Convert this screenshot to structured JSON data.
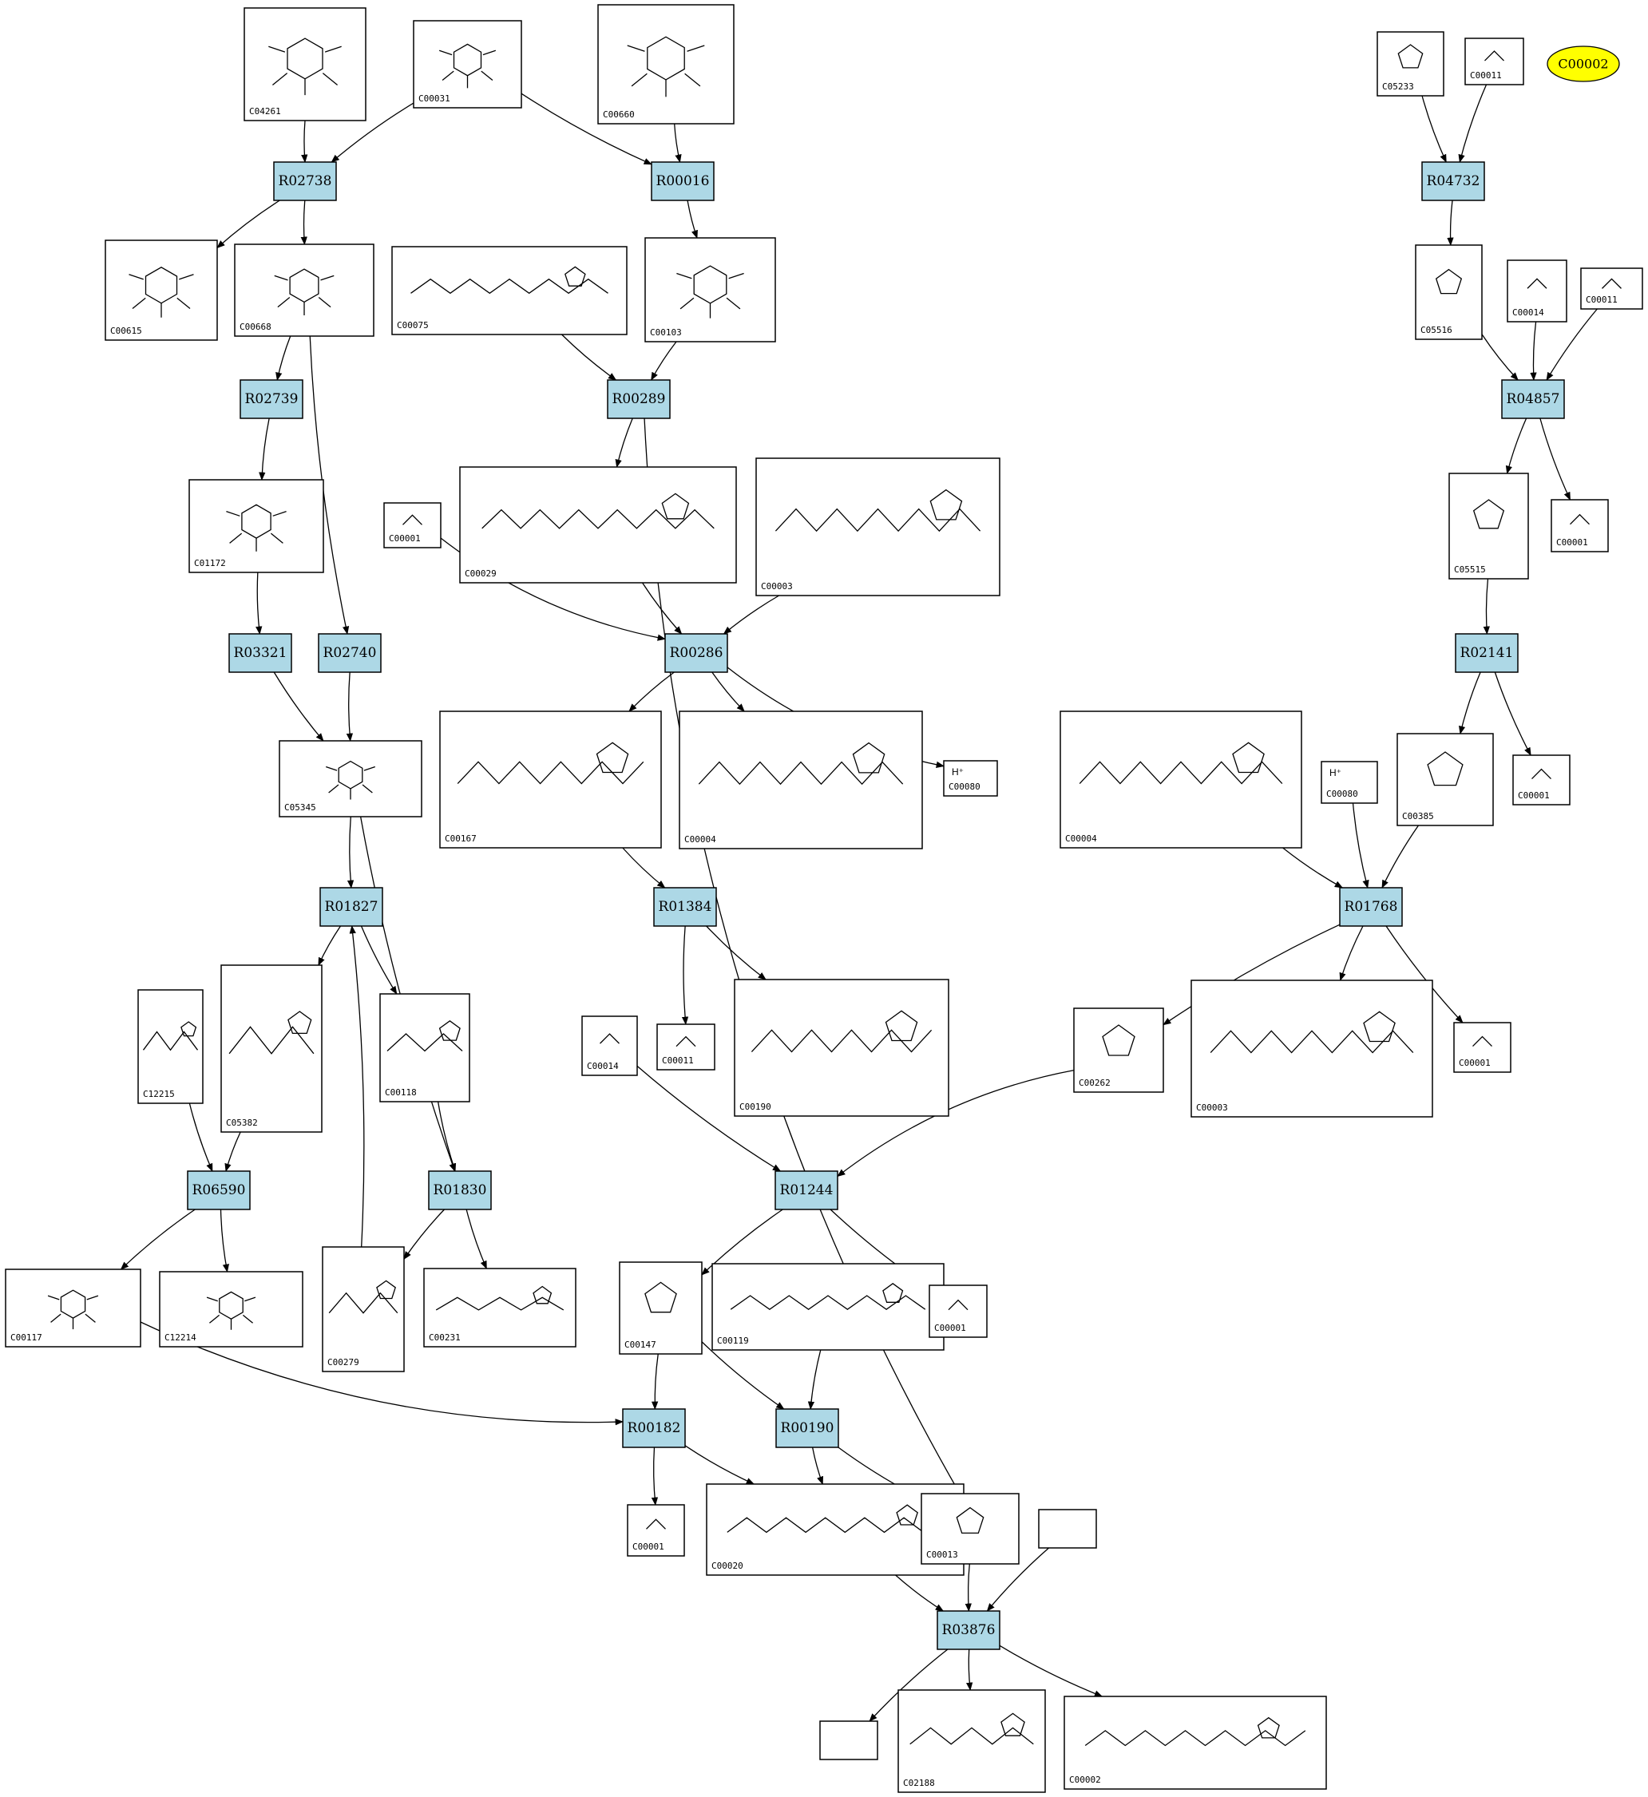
{
  "reactions": [
    {
      "id": "R02738"
    },
    {
      "id": "R00016"
    },
    {
      "id": "R04732"
    },
    {
      "id": "R02739"
    },
    {
      "id": "R00289"
    },
    {
      "id": "R04857"
    },
    {
      "id": "R03321"
    },
    {
      "id": "R02740"
    },
    {
      "id": "R00286"
    },
    {
      "id": "R02141"
    },
    {
      "id": "R01827"
    },
    {
      "id": "R01384"
    },
    {
      "id": "R01768"
    },
    {
      "id": "R06590"
    },
    {
      "id": "R01830"
    },
    {
      "id": "R01244"
    },
    {
      "id": "R00182"
    },
    {
      "id": "R00190"
    },
    {
      "id": "R03876"
    }
  ],
  "compounds": [
    {
      "id": "C04261"
    },
    {
      "id": "C00031"
    },
    {
      "id": "C00660"
    },
    {
      "id": "C05233"
    },
    {
      "id": "C00011"
    },
    {
      "id": "C00615"
    },
    {
      "id": "C00668"
    },
    {
      "id": "C00075"
    },
    {
      "id": "C00103"
    },
    {
      "id": "C05516"
    },
    {
      "id": "C00014"
    },
    {
      "id": "C00011"
    },
    {
      "id": "C01172"
    },
    {
      "id": "C00001"
    },
    {
      "id": "C00029"
    },
    {
      "id": "C00003"
    },
    {
      "id": "C05515"
    },
    {
      "id": "C00001"
    },
    {
      "id": "C05345"
    },
    {
      "id": "C00167"
    },
    {
      "id": "C00004"
    },
    {
      "id": "C00080",
      "glyph": "H⁺"
    },
    {
      "id": "C00004"
    },
    {
      "id": "C00080",
      "glyph": "H⁺"
    },
    {
      "id": "C00385"
    },
    {
      "id": "C00001"
    },
    {
      "id": "C12215"
    },
    {
      "id": "C05382"
    },
    {
      "id": "C00118"
    },
    {
      "id": "C00014"
    },
    {
      "id": "C00011"
    },
    {
      "id": "C00190"
    },
    {
      "id": "C00262"
    },
    {
      "id": "C00003"
    },
    {
      "id": "C00001"
    },
    {
      "id": "C00117"
    },
    {
      "id": "C12214"
    },
    {
      "id": "C00279"
    },
    {
      "id": "C00231"
    },
    {
      "id": "C00147"
    },
    {
      "id": "C00119"
    },
    {
      "id": "C00001"
    },
    {
      "id": "C00001"
    },
    {
      "id": "C00020"
    },
    {
      "id": "C00013"
    },
    {
      "id": ""
    },
    {
      "id": ""
    },
    {
      "id": "C02188"
    },
    {
      "id": "C00002"
    }
  ],
  "highlighted": {
    "id": "C00002",
    "color": "#ffff00"
  },
  "colors": {
    "reaction_fill": "#add8e6",
    "highlight_fill": "#ffff00"
  }
}
